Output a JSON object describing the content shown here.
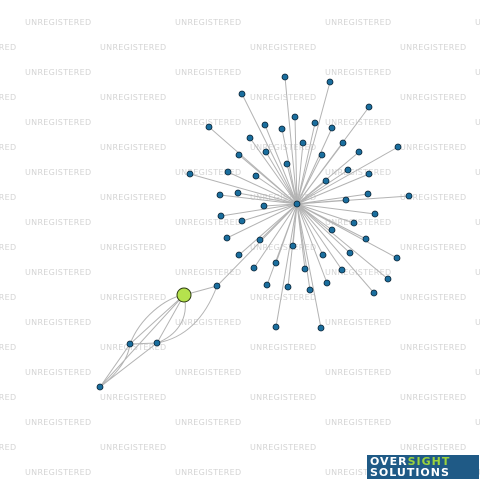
{
  "watermark": {
    "text": "UNREGISTERED"
  },
  "logo": {
    "word1": "OVER",
    "word2": "SIGHT",
    "word3": "SOLUTIONS"
  },
  "colors": {
    "edge": "#b3b3b3",
    "node_fill": "#1a6e9e",
    "node_stroke": "#0b2233",
    "focus_fill": "#b5e24d",
    "focus_stroke": "#2c3a12",
    "logo_bg": "#1f5a86",
    "logo_accent": "#9bd23c"
  },
  "graph": {
    "focus_node": "f",
    "nodes": [
      {
        "id": "f",
        "type": "focus"
      },
      {
        "id": "hub",
        "type": "entity"
      },
      {
        "id": "a1",
        "type": "entity"
      },
      {
        "id": "a2",
        "type": "entity"
      },
      {
        "id": "a3",
        "type": "entity"
      },
      {
        "id": "a4",
        "type": "entity"
      },
      {
        "id": "n01",
        "type": "entity"
      },
      {
        "id": "n02",
        "type": "entity"
      },
      {
        "id": "n03",
        "type": "entity"
      },
      {
        "id": "n04",
        "type": "entity"
      },
      {
        "id": "n05",
        "type": "entity"
      },
      {
        "id": "n06",
        "type": "entity"
      },
      {
        "id": "n07",
        "type": "entity"
      },
      {
        "id": "n08",
        "type": "entity"
      },
      {
        "id": "n09",
        "type": "entity"
      },
      {
        "id": "n10",
        "type": "entity"
      },
      {
        "id": "n11",
        "type": "entity"
      },
      {
        "id": "n12",
        "type": "entity"
      },
      {
        "id": "n13",
        "type": "entity"
      },
      {
        "id": "n14",
        "type": "entity"
      },
      {
        "id": "n15",
        "type": "entity"
      },
      {
        "id": "n16",
        "type": "entity"
      },
      {
        "id": "n17",
        "type": "entity"
      },
      {
        "id": "n18",
        "type": "entity"
      },
      {
        "id": "n19",
        "type": "entity"
      },
      {
        "id": "n20",
        "type": "entity"
      },
      {
        "id": "n21",
        "type": "entity"
      },
      {
        "id": "n22",
        "type": "entity"
      },
      {
        "id": "n23",
        "type": "entity"
      },
      {
        "id": "n24",
        "type": "entity"
      },
      {
        "id": "n25",
        "type": "entity"
      },
      {
        "id": "n26",
        "type": "entity"
      },
      {
        "id": "n27",
        "type": "entity"
      },
      {
        "id": "n28",
        "type": "entity"
      },
      {
        "id": "n29",
        "type": "entity"
      },
      {
        "id": "n30",
        "type": "entity"
      },
      {
        "id": "n31",
        "type": "entity"
      },
      {
        "id": "n32",
        "type": "entity"
      },
      {
        "id": "n33",
        "type": "entity"
      },
      {
        "id": "n34",
        "type": "entity"
      },
      {
        "id": "n35",
        "type": "entity"
      },
      {
        "id": "n36",
        "type": "entity"
      },
      {
        "id": "n37",
        "type": "entity"
      },
      {
        "id": "n38",
        "type": "entity"
      },
      {
        "id": "n39",
        "type": "entity"
      },
      {
        "id": "n40",
        "type": "entity"
      },
      {
        "id": "n41",
        "type": "entity"
      },
      {
        "id": "n42",
        "type": "entity"
      },
      {
        "id": "n43",
        "type": "entity"
      },
      {
        "id": "n44",
        "type": "entity"
      },
      {
        "id": "n45",
        "type": "entity"
      },
      {
        "id": "n46",
        "type": "entity"
      },
      {
        "id": "n47",
        "type": "entity"
      },
      {
        "id": "n48",
        "type": "entity"
      },
      {
        "id": "n49",
        "type": "entity"
      },
      {
        "id": "n50",
        "type": "entity"
      },
      {
        "id": "n51",
        "type": "entity"
      },
      {
        "id": "n52",
        "type": "entity"
      }
    ],
    "edges": [
      [
        "f",
        "a1"
      ],
      [
        "f",
        "a2"
      ],
      [
        "f",
        "a3"
      ],
      [
        "f",
        "a4"
      ],
      [
        "a2",
        "a3"
      ],
      [
        "a3",
        "a4"
      ],
      [
        "a2",
        "a4"
      ],
      [
        "a1",
        "hub"
      ]
    ]
  }
}
